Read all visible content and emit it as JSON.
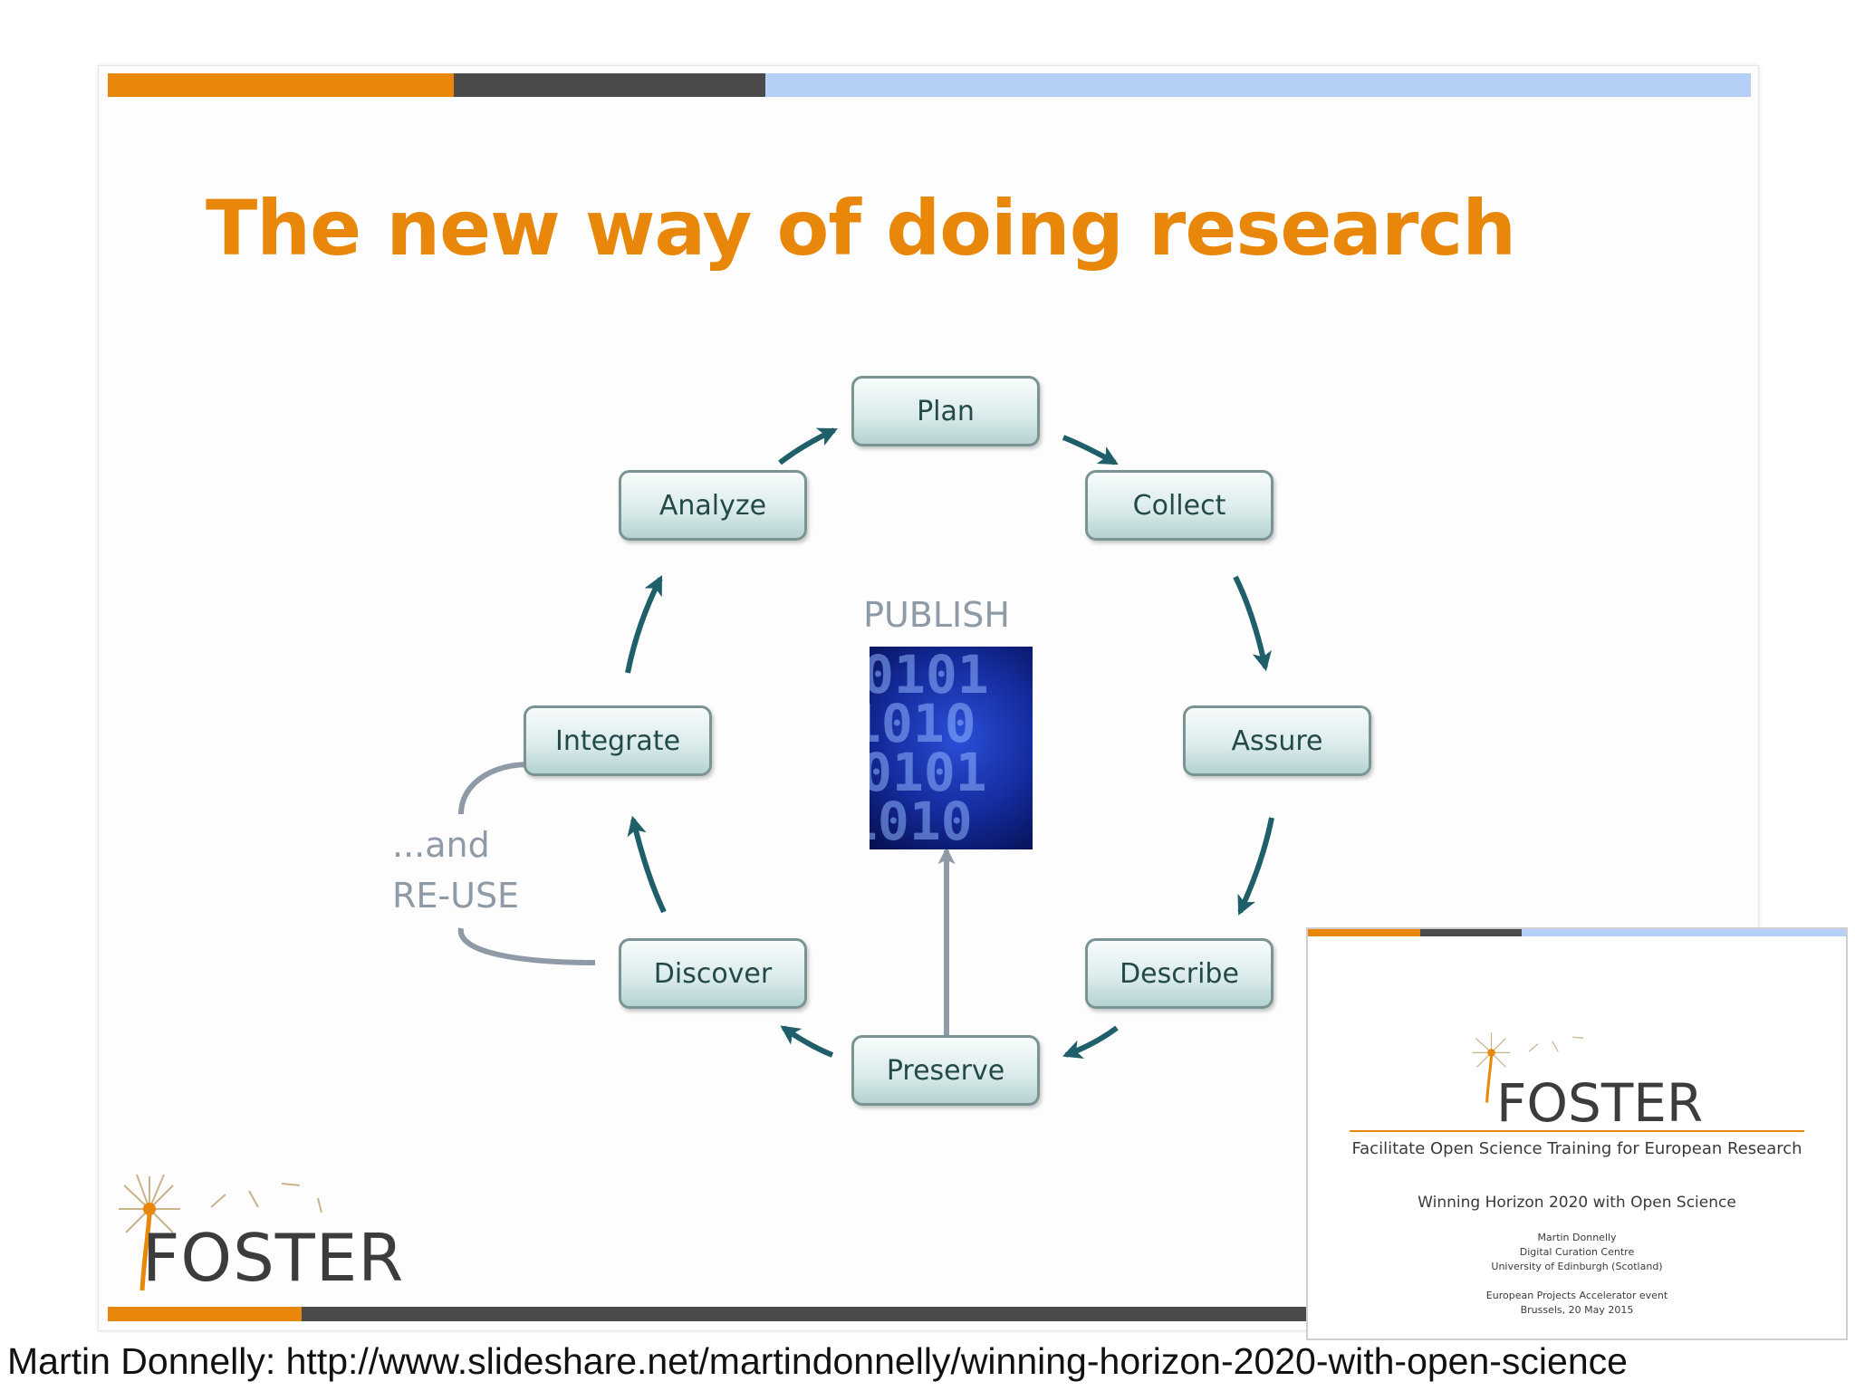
{
  "slide": {
    "title": "The new way of doing research",
    "colors": {
      "title": "#e8870a",
      "bar_orange": "#e8870a",
      "bar_dark": "#4a4a4a",
      "bar_light_blue": "#b5d0f7",
      "node_text": "#24494a",
      "arrow": "#1f5f6a",
      "reuse_arrow": "#8e9aa6"
    },
    "cycle_nodes": [
      "Plan",
      "Collect",
      "Assure",
      "Describe",
      "Preserve",
      "Discover",
      "Integrate",
      "Analyze"
    ],
    "center": {
      "label": "PUBLISH",
      "image_glyphs": [
        "0101",
        "1010",
        "0101",
        "1010"
      ]
    },
    "reuse_label": [
      "...and",
      "RE-USE"
    ],
    "logo": {
      "text": "FOSTER",
      "icon": "dandelion-icon"
    }
  },
  "thumbnail": {
    "logo_text": "FOSTER",
    "logo_icon": "dandelion-icon",
    "subtitle": "Facilitate Open Science Training for European Research",
    "talk_title": "Winning Horizon 2020 with Open Science",
    "speaker": "Martin Donnelly",
    "org1": "Digital Curation Centre",
    "org2": "University of Edinburgh (Scotland)",
    "event": "European Projects Accelerator event",
    "event_place_date": "Brussels, 20 May 2015"
  },
  "caption": "Martin Donnelly: http://www.slideshare.net/martindonnelly/winning-horizon-2020-with-open-science"
}
